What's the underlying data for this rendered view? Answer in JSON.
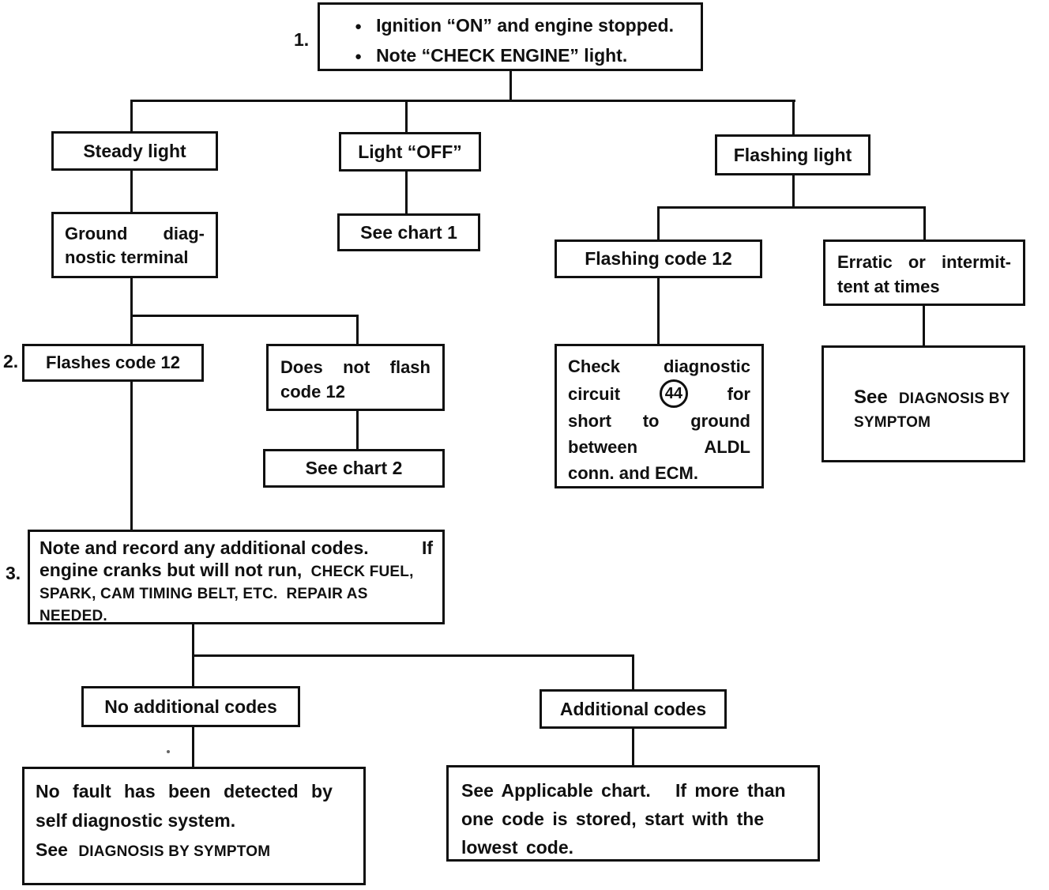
{
  "diagram": {
    "step_labels": {
      "s1": "1.",
      "s2": "2.",
      "s3": "3."
    },
    "boxes": {
      "step1": {
        "bullet": "●",
        "items": [
          "Ignition “ON” and engine stopped.",
          "Note “CHECK ENGINE” light."
        ]
      },
      "steady_light": {
        "text": "Steady light"
      },
      "light_off": {
        "text": "Light “OFF”"
      },
      "flashing_light": {
        "text": "Flashing light"
      },
      "ground_terminal": {
        "line1": [
          "Ground",
          "diag-"
        ],
        "line2": "nostic terminal"
      },
      "see_chart_1": {
        "text": "See chart 1"
      },
      "flashing_code_12": {
        "text": "Flashing code 12"
      },
      "erratic": {
        "line1": [
          "Erratic",
          "or",
          "intermit-"
        ],
        "line2": "tent at times"
      },
      "flashes_code_12": {
        "text": "Flashes code 12"
      },
      "does_not_flash": {
        "line1": [
          "Does",
          "not",
          "flash"
        ],
        "line2": "code 12"
      },
      "check_circuit": {
        "line1": [
          "Check",
          "diagnostic"
        ],
        "line2": {
          "pre": "circuit",
          "code": "44",
          "post": "for"
        },
        "line3": [
          "short",
          "to",
          "ground"
        ],
        "line4": [
          "between",
          "ALDL"
        ],
        "line5": "conn. and ECM."
      },
      "see_diagnosis": {
        "see": "See",
        "caps1": "DIAGNOSIS BY",
        "caps2": "SYMPTOM"
      },
      "see_chart_2": {
        "text": "See chart 2"
      },
      "note_codes": {
        "line1_left": "Note and record any additional codes.",
        "line1_right": "If",
        "line2_normal": "engine cranks but will not run,",
        "line2_caps": "CHECK FUEL,",
        "line3_caps": "SPARK, CAM TIMING BELT, ETC.  REPAIR AS",
        "line4_caps": "NEEDED."
      },
      "no_additional_codes": {
        "text": "No additional codes"
      },
      "additional_codes": {
        "text": "Additional codes"
      },
      "no_fault": {
        "line1": "No fault has been detected by",
        "line2": "self diagnostic system.",
        "line3_see": "See",
        "line3_caps": "DIAGNOSIS BY SYMPTOM"
      },
      "see_applicable": {
        "text": "See Applicable chart.   If more than\none code is stored, start with the\nlowest code."
      }
    }
  }
}
